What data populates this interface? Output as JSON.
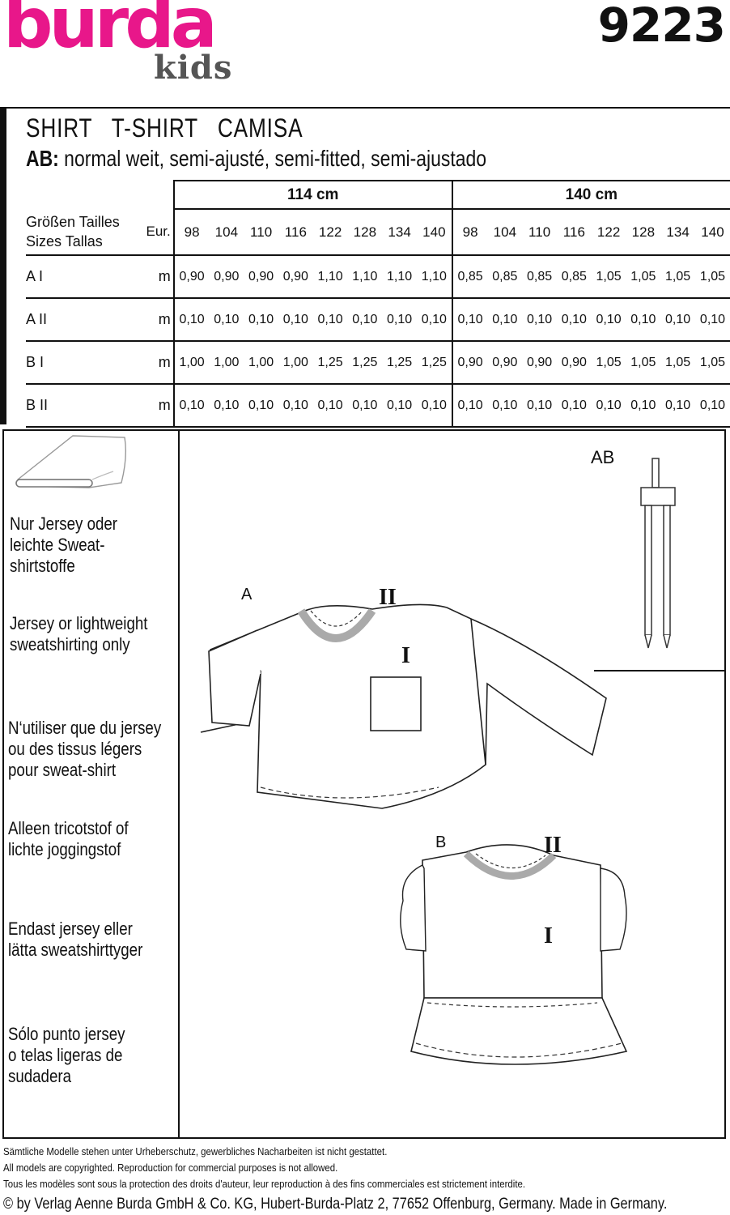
{
  "brand": {
    "name": "burda",
    "sub": "kids",
    "pattern_number": "9223"
  },
  "header": {
    "title": "SHIRT   T-SHIRT   CAMISA",
    "subtitle_prefix": "AB:",
    "subtitle_text": " normal weit, semi-ajusté, semi-fitted, semi-ajustado"
  },
  "yardage": {
    "widths": [
      "114 cm",
      "140 cm"
    ],
    "sizes_label_line1": "Größen  Tailles",
    "sizes_label_line2": "Sizes  Tallas",
    "eur": "Eur.",
    "sizes": [
      "98",
      "104",
      "110",
      "116",
      "122",
      "128",
      "134",
      "140",
      "98",
      "104",
      "110",
      "116",
      "122",
      "128",
      "134",
      "140"
    ],
    "rows": [
      {
        "label": "A I",
        "unit": "m",
        "values": [
          "0,90",
          "0,90",
          "0,90",
          "0,90",
          "1,10",
          "1,10",
          "1,10",
          "1,10",
          "0,85",
          "0,85",
          "0,85",
          "0,85",
          "1,05",
          "1,05",
          "1,05",
          "1,05"
        ]
      },
      {
        "label": "A II",
        "unit": "m",
        "values": [
          "0,10",
          "0,10",
          "0,10",
          "0,10",
          "0,10",
          "0,10",
          "0,10",
          "0,10",
          "0,10",
          "0,10",
          "0,10",
          "0,10",
          "0,10",
          "0,10",
          "0,10",
          "0,10"
        ]
      },
      {
        "label": "B I",
        "unit": "m",
        "values": [
          "1,00",
          "1,00",
          "1,00",
          "1,00",
          "1,25",
          "1,25",
          "1,25",
          "1,25",
          "0,90",
          "0,90",
          "0,90",
          "0,90",
          "1,05",
          "1,05",
          "1,05",
          "1,05"
        ]
      },
      {
        "label": "B II",
        "unit": "m",
        "values": [
          "0,10",
          "0,10",
          "0,10",
          "0,10",
          "0,10",
          "0,10",
          "0,10",
          "0,10",
          "0,10",
          "0,10",
          "0,10",
          "0,10",
          "0,10",
          "0,10",
          "0,10",
          "0,10"
        ]
      }
    ]
  },
  "fabric_notes": [
    [
      "Nur Jersey oder",
      "leichte Sweat-",
      "shirtstoffe"
    ],
    [
      "Jersey or lightweight",
      "sweatshirting only"
    ],
    [
      "N‘utiliser que du jersey",
      "ou des tissus légers",
      "pour sweat-shirt"
    ],
    [
      "Alleen tricotstof of",
      "lichte joggingstof"
    ],
    [
      "Endast jersey eller",
      "lätta sweatshirttyger"
    ],
    [
      "Sólo punto jersey",
      "o telas ligeras de",
      "sudadera"
    ]
  ],
  "illustration": {
    "needle_label": "AB",
    "view_a": "A",
    "view_b": "B",
    "part_i": "I",
    "part_ii": "II"
  },
  "footer": {
    "line1": "Sämtliche Modelle stehen unter Urheberschutz, gewerbliches Nacharbeiten ist nicht gestattet.",
    "line2": "All models are copyrighted. Reproduction for commercial purposes is not allowed.",
    "line3": "Tous les modèles sont sous la protection des droits d'auteur, leur reproduction à des fins commerciales est strictement interdite.",
    "line4": "© by Verlag Aenne Burda GmbH & Co. KG, Hubert-Burda-Platz 2, 77652 Offenburg, Germany. Made in Germany."
  }
}
